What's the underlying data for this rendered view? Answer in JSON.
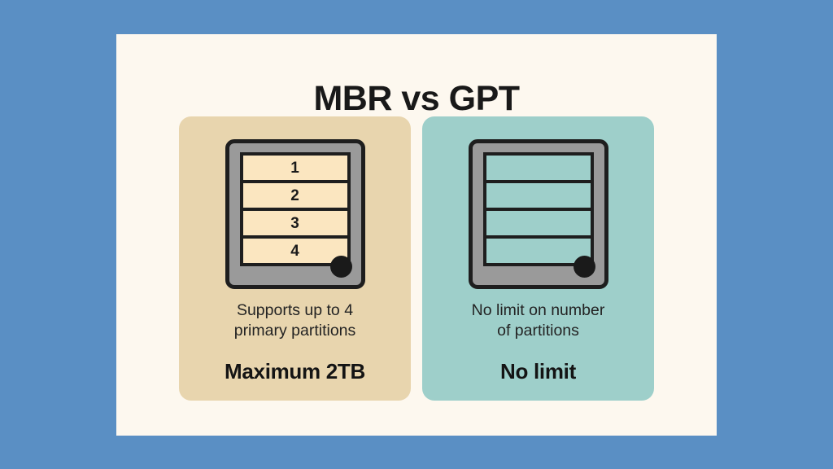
{
  "colors": {
    "frame_background": "#5a8fc4",
    "panel_background": "#fdf8ef",
    "mbr_card": "#e8d5ae",
    "gpt_card": "#9ecfca",
    "drive_body": "#9a9a9a",
    "drive_outline": "#1e1e1e",
    "mbr_partition_fill": "#fbe6c0",
    "gpt_partition_fill": "#9ecfca",
    "text": "#191919"
  },
  "title": "MBR vs GPT",
  "cards": [
    {
      "id": "mbr",
      "drive_icon": "hard-drive-icon",
      "partitions": [
        "1",
        "2",
        "3",
        "4"
      ],
      "description": "Supports up to 4 primary partitions",
      "description_lines": [
        "Supports up to 4",
        "primary partitions"
      ],
      "highlight": "Maximum 2TB"
    },
    {
      "id": "gpt",
      "drive_icon": "hard-drive-icon",
      "partitions": [
        "",
        "",
        "",
        ""
      ],
      "description": "No limit on number of partitions",
      "description_lines": [
        "No limit on number",
        "of partitions"
      ],
      "highlight": "No limit"
    }
  ]
}
